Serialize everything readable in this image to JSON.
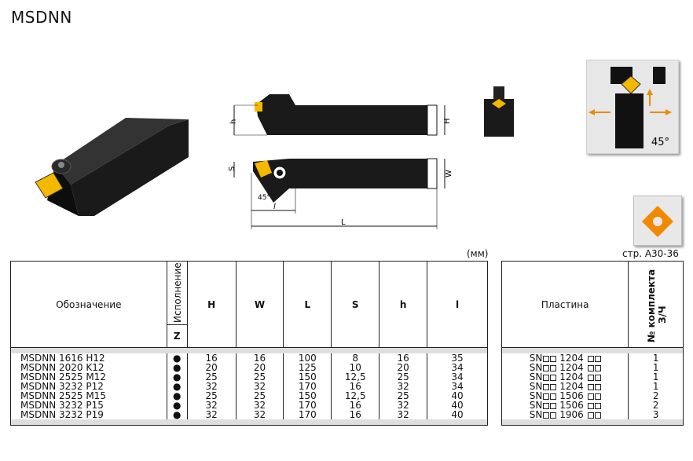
{
  "title": "MSDNN",
  "units": "(мм)",
  "page_ref": "стр. А30-36",
  "angle_inset": "45°",
  "drawing_labels": {
    "h": "h",
    "H": "H",
    "S": "S",
    "W": "W",
    "l": "l",
    "L": "L",
    "angle": "45°"
  },
  "table": {
    "headers": {
      "designation": "Обозначение",
      "version": "Исполнение",
      "version_code": "Z",
      "H": "H",
      "W": "W",
      "L": "L",
      "S": "S",
      "h": "h",
      "l": "l",
      "insert": "Пластина",
      "kit": "№ комплекта",
      "kit_sub": "З/Ч"
    },
    "rows": [
      {
        "name": "MSDNN 1616 H12",
        "z": "●",
        "H": "16",
        "W": "16",
        "L": "100",
        "S": "8",
        "h": "16",
        "l": "35",
        "insert_a": "SN",
        "insert_b": "1204",
        "kit": "1"
      },
      {
        "name": "MSDNN 2020 K12",
        "z": "●",
        "H": "20",
        "W": "20",
        "L": "125",
        "S": "10",
        "h": "20",
        "l": "34",
        "insert_a": "SN",
        "insert_b": "1204",
        "kit": "1"
      },
      {
        "name": "MSDNN 2525 M12",
        "z": "●",
        "H": "25",
        "W": "25",
        "L": "150",
        "S": "12,5",
        "h": "25",
        "l": "34",
        "insert_a": "SN",
        "insert_b": "1204",
        "kit": "1"
      },
      {
        "name": "MSDNN 3232 P12",
        "z": "●",
        "H": "32",
        "W": "32",
        "L": "170",
        "S": "16",
        "h": "32",
        "l": "34",
        "insert_a": "SN",
        "insert_b": "1204",
        "kit": "1"
      },
      {
        "name": "MSDNN 2525 M15",
        "z": "●",
        "H": "25",
        "W": "25",
        "L": "150",
        "S": "12,5",
        "h": "25",
        "l": "40",
        "insert_a": "SN",
        "insert_b": "1506",
        "kit": "2"
      },
      {
        "name": "MSDNN 3232 P15",
        "z": "●",
        "H": "32",
        "W": "32",
        "L": "170",
        "S": "16",
        "h": "32",
        "l": "40",
        "insert_a": "SN",
        "insert_b": "1506",
        "kit": "2"
      },
      {
        "name": "MSDNN 3232 P19",
        "z": "●",
        "H": "32",
        "W": "32",
        "L": "170",
        "S": "16",
        "h": "32",
        "l": "40",
        "insert_a": "SN",
        "insert_b": "1906",
        "kit": "3"
      }
    ]
  },
  "colors": {
    "insert": "#f5b800",
    "insert_orange": "#f08a00",
    "body": "#151515",
    "stripe": "#dedede"
  }
}
